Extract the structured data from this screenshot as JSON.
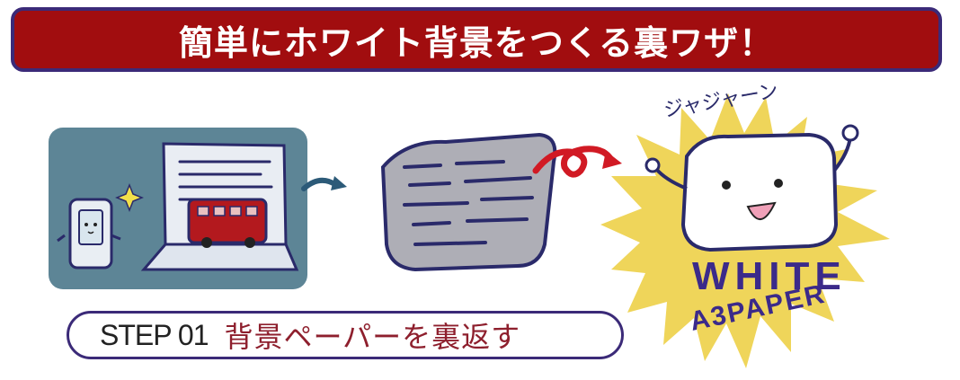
{
  "banner": {
    "title": "簡単にホワイト背景をつくる裏ワザ！"
  },
  "step": {
    "label": "STEP 01",
    "text": "背景ペーパーを裏返す"
  },
  "character": {
    "sound_effect": "ジャジャーン",
    "line1": "WHITE",
    "line2": "A3PAPER"
  },
  "colors": {
    "banner_bg": "#a10d0f",
    "outline": "#3b2a78",
    "panel_bg": "#5d8596",
    "starburst": "#efd55a",
    "bus_red": "#b3191e"
  },
  "icons": [
    "smartphone-icon",
    "laptop-icon",
    "bus-icon",
    "sparkle-icon",
    "arrow-icon",
    "flip-arrow-icon",
    "gray-paper-icon",
    "white-paper-character-icon",
    "starburst-icon"
  ]
}
